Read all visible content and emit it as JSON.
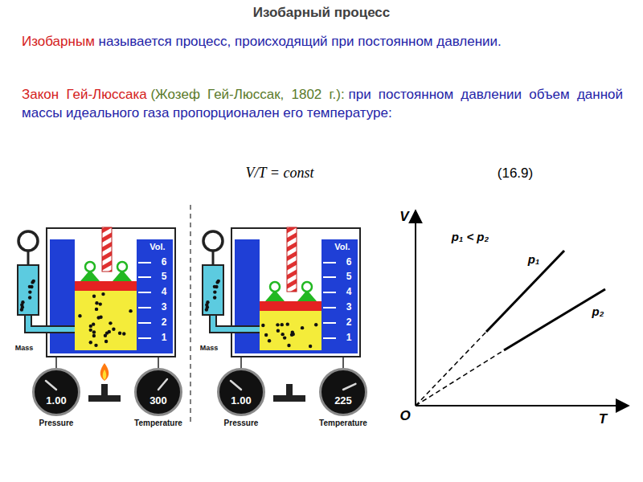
{
  "diagram": {
    "title": "Изобарный процесс",
    "nodes": [
      {
        "text": [
          "1.00",
          "Pressure"
        ]
      },
      {
        "text": [
          "300",
          "Temperature"
        ]
      },
      {
        "text": [
          "1.00",
          "Pressure"
        ]
      },
      {
        "text": [
          "225",
          "Temperature"
        ]
      }
    ],
    "labels": [
      "Изобарным",
      "называется процесс, происходящий при постоянном давлении.",
      "Закон Гей-Люссака",
      "(Жозеф Гей-Люссак, 1802 г.):",
      "при постоянном давлении объем данной массы идеального газа пропорционален его температуре:",
      "V/T = const",
      "(16.9)",
      "Vol.",
      "6",
      "5",
      "4",
      "3",
      "2",
      "1",
      "Mass",
      "Vol.",
      "6",
      "5",
      "4",
      "3",
      "2",
      "1",
      "Mass",
      "V",
      "T",
      "O",
      "p₁ < p₂",
      "p₁",
      "p₂"
    ]
  }
}
